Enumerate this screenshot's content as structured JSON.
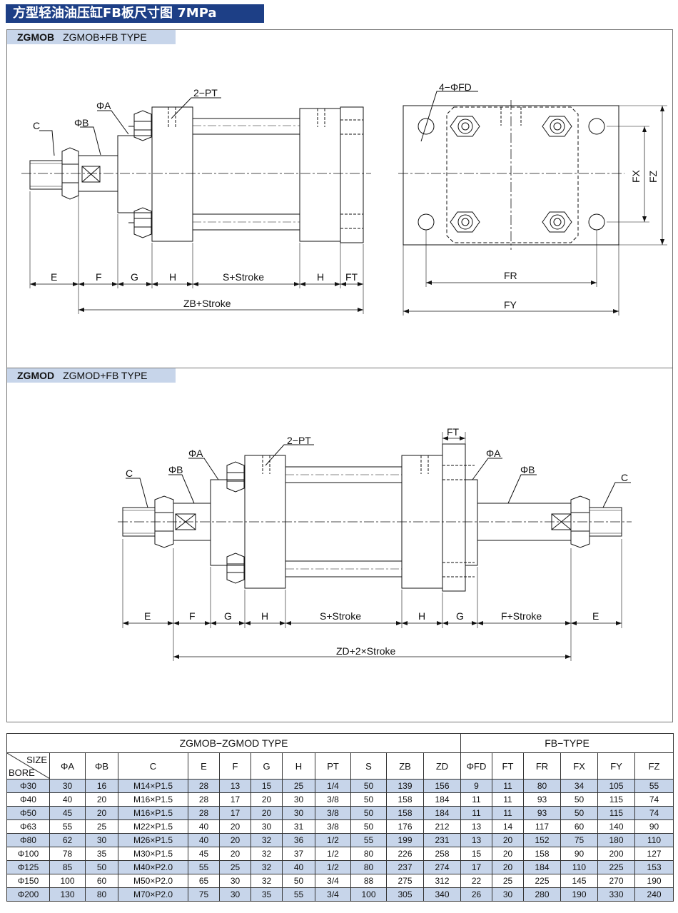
{
  "title": "方型轻油油压缸FB板尺寸图 7MPa",
  "top_panel": {
    "tag_bold": "ZGMOB",
    "tag_text": "ZGMOB+FB TYPE",
    "labels": {
      "c": "C",
      "phi_b": "ΦB",
      "phi_a": "ΦA",
      "pt": "2−PT",
      "e": "E",
      "f": "F",
      "g": "G",
      "h1": "H",
      "s_stroke": "S+Stroke",
      "h2": "H",
      "ft": "FT",
      "zb_stroke": "ZB+Stroke",
      "fd": "4−ΦFD",
      "fx": "FX",
      "fz": "FZ",
      "fr": "FR",
      "fy": "FY"
    }
  },
  "bottom_panel": {
    "tag_bold": "ZGMOD",
    "tag_text": "ZGMOD+FB TYPE",
    "labels": {
      "c_left": "C",
      "phi_b_left": "ΦB",
      "phi_a_left": "ΦA",
      "pt": "2−PT",
      "ft": "FT",
      "phi_a_right": "ΦA",
      "phi_b_right": "ΦB",
      "c_right": "C",
      "e1": "E",
      "f": "F",
      "g1": "G",
      "h1": "H",
      "s_stroke": "S+Stroke",
      "h2": "H",
      "g2": "G",
      "f_stroke": "F+Stroke",
      "e2": "E",
      "zd_stroke": "ZD+2×Stroke"
    }
  },
  "table": {
    "group1": "ZGMOB−ZGMOD TYPE",
    "group2": "FB−TYPE",
    "corner_size": "SIZE",
    "corner_bore": "BORE",
    "columns": [
      "ΦA",
      "ΦB",
      "C",
      "E",
      "F",
      "G",
      "H",
      "PT",
      "S",
      "ZB",
      "ZD",
      "ΦFD",
      "FT",
      "FR",
      "FX",
      "FY",
      "FZ"
    ],
    "rows": [
      [
        "Φ30",
        "30",
        "16",
        "M14×P1.5",
        "28",
        "13",
        "15",
        "25",
        "1/4",
        "50",
        "139",
        "156",
        "9",
        "11",
        "80",
        "34",
        "105",
        "55"
      ],
      [
        "Φ40",
        "40",
        "20",
        "M16×P1.5",
        "28",
        "17",
        "20",
        "30",
        "3/8",
        "50",
        "158",
        "184",
        "11",
        "11",
        "93",
        "50",
        "115",
        "74"
      ],
      [
        "Φ50",
        "45",
        "20",
        "M16×P1.5",
        "28",
        "17",
        "20",
        "30",
        "3/8",
        "50",
        "158",
        "184",
        "11",
        "11",
        "93",
        "50",
        "115",
        "74"
      ],
      [
        "Φ63",
        "55",
        "25",
        "M22×P1.5",
        "40",
        "20",
        "30",
        "31",
        "3/8",
        "50",
        "176",
        "212",
        "13",
        "14",
        "117",
        "60",
        "140",
        "90"
      ],
      [
        "Φ80",
        "62",
        "30",
        "M26×P1.5",
        "40",
        "20",
        "32",
        "36",
        "1/2",
        "55",
        "199",
        "231",
        "13",
        "20",
        "152",
        "75",
        "180",
        "110"
      ],
      [
        "Φ100",
        "78",
        "35",
        "M30×P1.5",
        "45",
        "20",
        "32",
        "37",
        "1/2",
        "80",
        "226",
        "258",
        "15",
        "20",
        "158",
        "90",
        "200",
        "127"
      ],
      [
        "Φ125",
        "85",
        "50",
        "M40×P2.0",
        "55",
        "25",
        "32",
        "40",
        "1/2",
        "80",
        "237",
        "274",
        "17",
        "20",
        "184",
        "110",
        "225",
        "153"
      ],
      [
        "Φ150",
        "100",
        "60",
        "M50×P2.0",
        "65",
        "30",
        "32",
        "50",
        "3/4",
        "88",
        "275",
        "312",
        "22",
        "25",
        "225",
        "145",
        "270",
        "190"
      ],
      [
        "Φ200",
        "130",
        "80",
        "M70×P2.0",
        "75",
        "30",
        "35",
        "55",
        "3/4",
        "100",
        "305",
        "340",
        "26",
        "30",
        "280",
        "190",
        "330",
        "240"
      ]
    ]
  }
}
